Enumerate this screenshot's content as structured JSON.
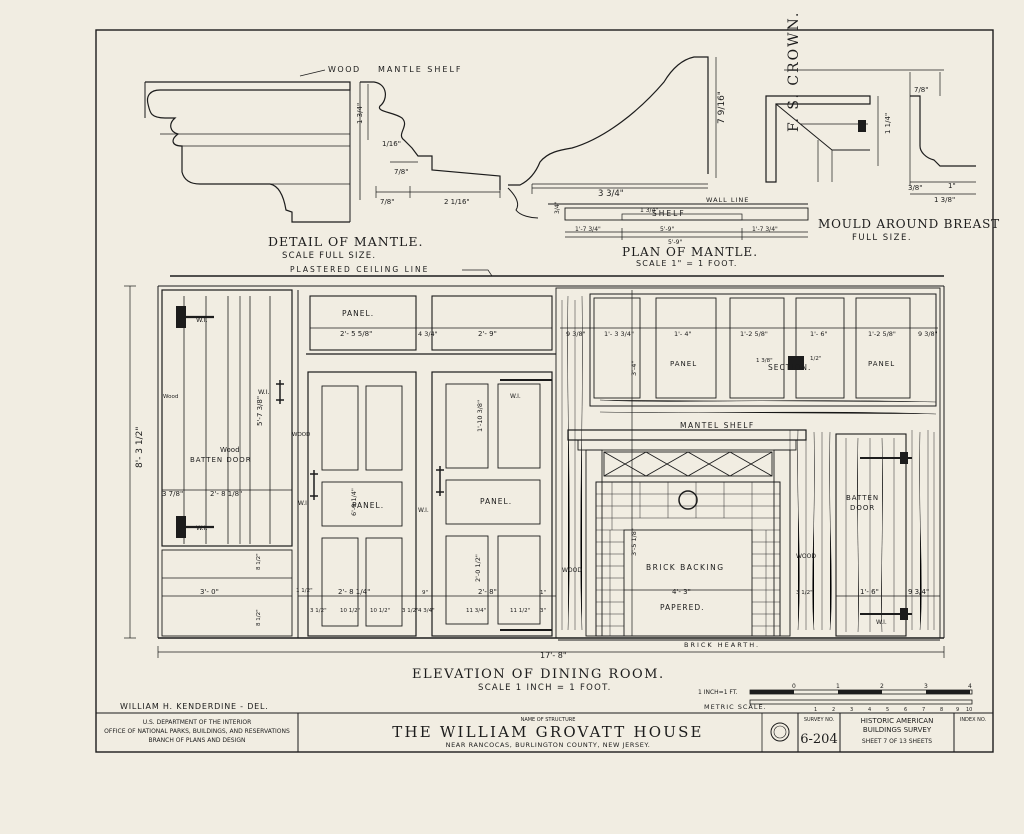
{
  "colors": {
    "paper": "#f1ede2",
    "ink": "#1c1c1c"
  },
  "details": {
    "wood_label": "WOOD",
    "mantle_shelf_label": "MANTLE SHELF",
    "detail_mantle_title": "DETAIL OF MANTLE.",
    "detail_mantle_scale": "SCALE FULL SIZE.",
    "dims_mantle": [
      "1 3/4\"",
      "1/16\"",
      "7/8\"",
      "7/8\"",
      "2 1/16\""
    ],
    "fs_crown": "F. S. CROWN.",
    "crown_dims": [
      "7 9/16\"",
      "3 3/4\""
    ],
    "plan_labels": {
      "wall_line": "WALL LINE",
      "shelf": "SHELF"
    },
    "plan_dims": [
      "3/4\"",
      "1 3/4\"",
      "1'-7 3/4\"",
      "5'-9\"",
      "1'-7 3/4\"",
      "5'-9\""
    ],
    "plan_title": "PLAN OF MANTLE.",
    "plan_scale": "SCALE 1\" = 1 FOOT.",
    "mould_dims": [
      "7/8\"",
      "1 1/4\"",
      "3/8\"",
      "1\"",
      "1 3/8\""
    ],
    "mould_title": "MOULD AROUND BREAST",
    "mould_scale": "FULL SIZE."
  },
  "elevation": {
    "ceiling_label": "PLASTERED CEILING LINE",
    "labels": {
      "panel": "PANEL.",
      "panel_plain": "PANEL",
      "wi": "W.I.",
      "wood": "Wood",
      "wood_caps": "WOOD",
      "batten_door_1": "Wood",
      "batten_door_2": "BATTEN DOOR",
      "batten_right_1": "BATTEN",
      "batten_right_2": "DOOR",
      "section": "SECTION.",
      "mantel_shelf": "MANTEL SHELF",
      "brick_backing": "BRICK BACKING",
      "papered": "PAPERED.",
      "brick_hearth": "BRICK     HEARTH."
    },
    "dims": {
      "height_total": "8'- 3 1/2\"",
      "batten_height": "5'-7 3/8\"",
      "batten_width": "2'- 8 1/8\"",
      "batten_side": "3 7/8\"",
      "transom_left": "2'- 5 5/8\"",
      "transom_mid": "4 3/4\"",
      "transom_right": "2'- 9\"",
      "upper_panels": [
        "9 3/8\"",
        "1'- 3 3/4\"",
        "1'- 4\"",
        "1'-2 5/8\"",
        "1'- 6\"",
        "1'-2 5/8\""
      ],
      "right_side": "9 3/8\"",
      "door1_height": "6'-0 1/4\"",
      "door2_height": "1'-10 3/8\"",
      "door2_lower": "2'-0 1/2\"",
      "fireplace_height": "3'-5 1/8\"",
      "mantel_height": "3'-4\"",
      "fireplace_width": "4'- 3\"",
      "base_left": "3'- 0\"",
      "base_d1": "2'- 8 1/4\"",
      "base_d2": "2'- 8\"",
      "base_right": "1'- 6\"",
      "base_right2": "9 3/4\"",
      "section_dims": [
        "1 3/8\"",
        "1/2\""
      ],
      "bottom_total": "17'- 8\"",
      "small_dims": [
        "3 1/2\"",
        "10 1/2\"",
        "10 1/2\"",
        "3 1/2\"",
        "4 3/4\"",
        "11 3/4\"",
        "11 1/2\"",
        "3\"",
        "1 1/2\"",
        "8 1/2\"",
        "8 1/2\"",
        "9\"",
        "3 1/2\"",
        "1\""
      ]
    },
    "title": "ELEVATION OF DINING ROOM.",
    "scale": "SCALE 1 INCH = 1 FOOT."
  },
  "scale_bar": {
    "label_inch": "1 INCH=1 FT.",
    "label_metric": "METRIC SCALE.",
    "top_ticks": [
      "0",
      "1",
      "2",
      "3",
      "4"
    ],
    "bottom_ticks": [
      "1",
      "2",
      "3",
      "4",
      "5",
      "6",
      "7",
      "8",
      "9",
      "10"
    ]
  },
  "delineator": "WILLIAM H. KENDERDINE - DEL.",
  "title_block": {
    "dept_1": "U.S. DEPARTMENT OF THE INTERIOR",
    "dept_2": "OFFICE OF NATIONAL PARKS, BUILDINGS, AND RESERVATIONS",
    "dept_3": "BRANCH OF PLANS AND DESIGN",
    "name_caption": "NAME OF STRUCTURE",
    "structure_name": "THE WILLIAM GROVATT HOUSE",
    "location": "NEAR RANCOCAS, BURLINGTON COUNTY, NEW JERSEY.",
    "survey_caption": "SURVEY NO.",
    "survey_no": "6-204",
    "habs_1": "HISTORIC AMERICAN",
    "habs_2": "BUILDINGS SURVEY",
    "sheet_text": "SHEET 7 OF 13 SHEETS",
    "index_caption": "INDEX NO."
  }
}
